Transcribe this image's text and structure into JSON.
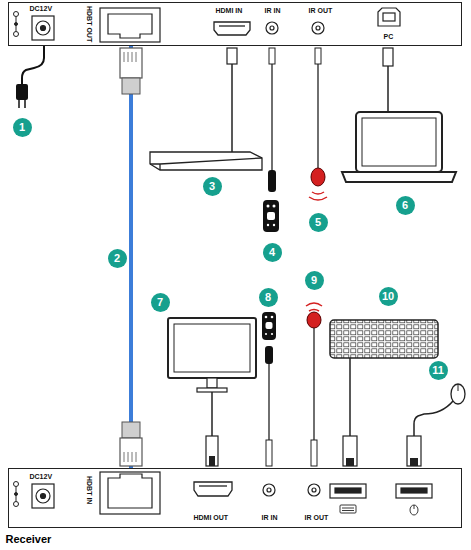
{
  "diagram": {
    "nodes": [
      {
        "text": [
          "DC12V",
          "HDBT OUT",
          "HDMI IN",
          "IR IN",
          "IR OUT",
          "PC"
        ]
      },
      {
        "text": [
          "DC12V",
          "HDBT IN",
          "HDMI OUT",
          "IR IN",
          "IR OUT",
          "Receiver"
        ]
      }
    ],
    "edges": [
      {
        "from": 0,
        "to": 1,
        "arrow": "none"
      }
    ],
    "labels": [
      "1",
      "2",
      "3",
      "4",
      "5",
      "6",
      "7",
      "8",
      "9",
      "10",
      "11"
    ]
  }
}
